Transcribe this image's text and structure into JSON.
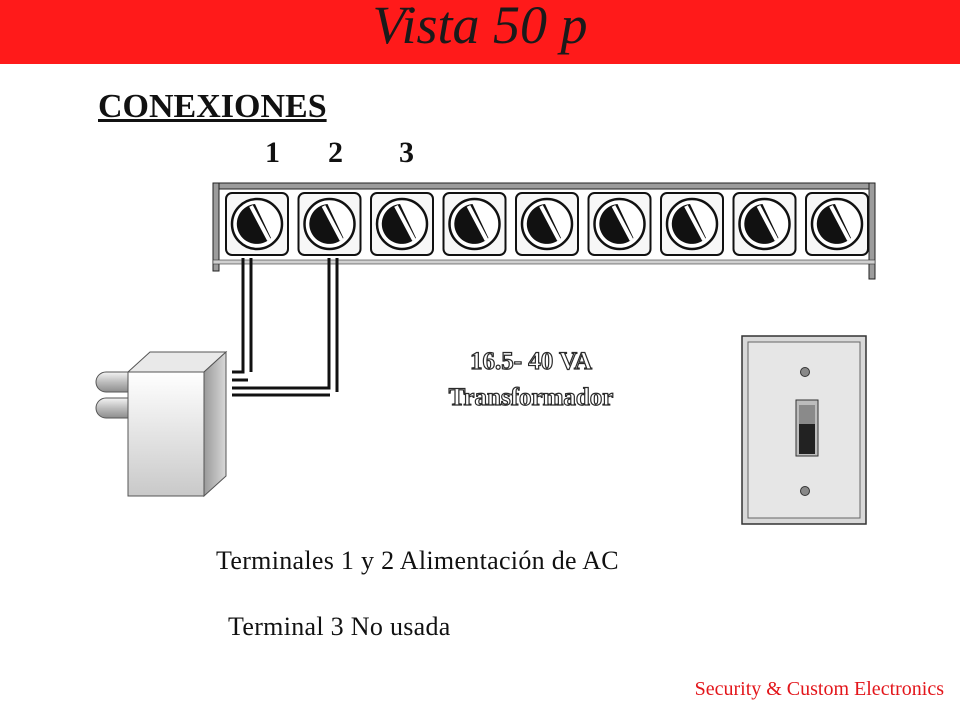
{
  "header": {
    "title": "Vista 50 p",
    "bar_color": "#ff1a1a"
  },
  "section": {
    "heading": "CONEXIONES"
  },
  "terminal_numbers": [
    "1",
    "2",
    "3"
  ],
  "transformer": {
    "rating": "16.5- 40 VA",
    "name": "Transformador"
  },
  "captions": {
    "line1": "Terminales 1 y 2 Alimentación de AC",
    "line2": "Terminal 3 No usada"
  },
  "footer": {
    "text": "Security & Custom Electronics",
    "color": "#e3161b"
  }
}
